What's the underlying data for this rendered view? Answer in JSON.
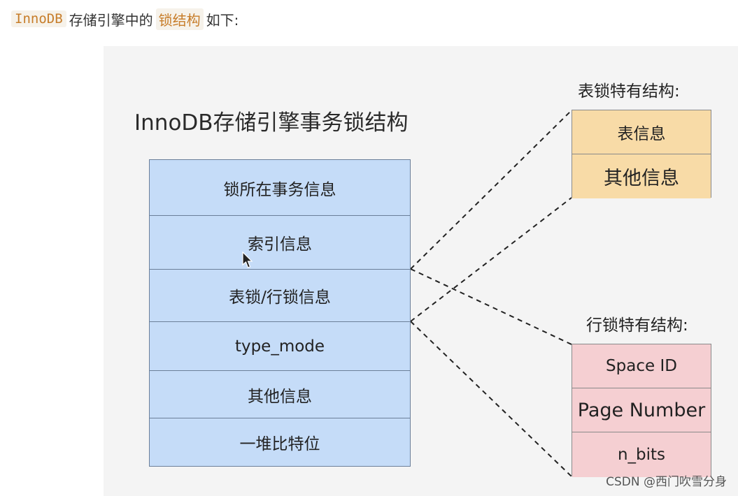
{
  "intro": {
    "engine": "InnoDB",
    "text1": "存储引擎中的",
    "highlight": "锁结构",
    "text2": "如下:"
  },
  "main": {
    "title": "InnoDB存储引擎事务锁结构",
    "cells": [
      "锁所在事务信息",
      "索引信息",
      "表锁/行锁信息",
      "type_mode",
      "其他信息",
      "一堆比特位"
    ]
  },
  "table_lock": {
    "title": "表锁特有结构:",
    "cells": [
      "表信息",
      "其他信息"
    ]
  },
  "row_lock": {
    "title": "行锁特有结构:",
    "cells": [
      "Space ID",
      "Page Number",
      "n_bits"
    ]
  },
  "watermark": "CSDN @西门吹雪分身",
  "colors": {
    "main_fill": "#c5dcf8",
    "table_fill": "#f8dba7",
    "row_fill": "#f5cfd2",
    "highlight_text": "#c77d2a"
  }
}
